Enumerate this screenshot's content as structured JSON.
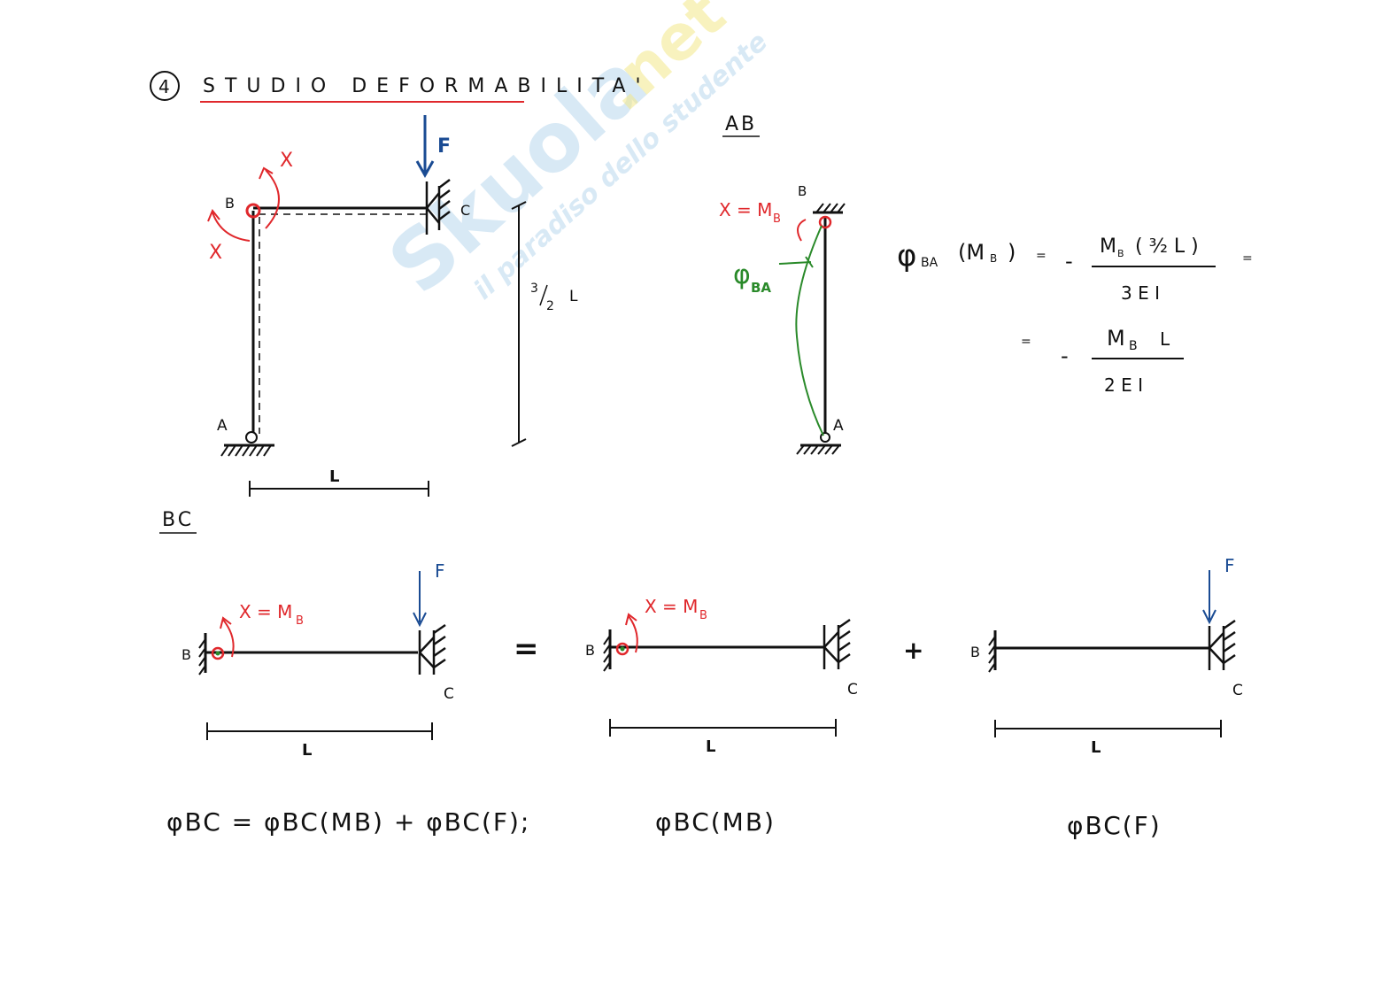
{
  "title": {
    "number": "4",
    "text": "STUDIO DEFORMABILITA'"
  },
  "watermark": {
    "brand": "Skuola",
    "tld": ".net",
    "tagline": "il paradiso dello studente"
  },
  "frame": {
    "node_a": "A",
    "node_b": "B",
    "node_c": "C",
    "load": "F",
    "redundant_top": "X",
    "redundant_left": "X",
    "span": "L",
    "height_num": "3",
    "height_den": "2",
    "height_unit": "L"
  },
  "ab_section": {
    "heading": "AB",
    "node_top": "B",
    "node_bottom": "A",
    "moment_label": "X = M",
    "moment_sub": "B",
    "rotation_symbol": "φ",
    "rotation_sub": "BA"
  },
  "formula_ab": {
    "lhs_symbol": "φ",
    "lhs_sub": "BA",
    "lhs_arg": "(M",
    "lhs_arg_sub": "B",
    "lhs_close": ")",
    "eq1": "=",
    "minus1": "-",
    "num1": "M",
    "num1_sub": "B",
    "num1_rest": "( ³⁄₂ L )",
    "den1": "3 E I",
    "eq_trail": "=",
    "eq2": "=",
    "minus2": "-",
    "num2": "M",
    "num2_sub": "B",
    "num2_rest": "L",
    "den2": "2 E I"
  },
  "bc_section": {
    "heading": "BC",
    "beams": [
      {
        "left": "B",
        "right": "C",
        "moment": "X = M",
        "moment_sub": "B",
        "load": "F",
        "span": "L"
      },
      {
        "left": "B",
        "right": "C",
        "moment": "X = M",
        "moment_sub": "B",
        "load": "",
        "span": "L"
      },
      {
        "left": "B",
        "right": "C",
        "moment": "",
        "moment_sub": "",
        "load": "F",
        "span": "L"
      }
    ],
    "equals": "=",
    "plus": "+"
  },
  "formula_bc": {
    "main": "φBC = φBC(MB) + φBC(F);",
    "middle": "φBC(MB)",
    "right": "φBC(F)"
  }
}
